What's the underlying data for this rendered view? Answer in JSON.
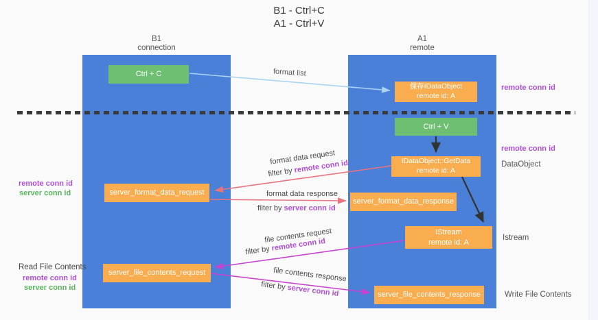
{
  "title": {
    "line1": "B1 - Ctrl+C",
    "line2": "A1 - Ctrl+V"
  },
  "columns": {
    "b1": {
      "name": "B1",
      "subtitle": "connection"
    },
    "a1": {
      "name": "A1",
      "subtitle": "remote"
    }
  },
  "nodes": {
    "ctrl_c": {
      "label": "Ctrl + C"
    },
    "saved_dataobject": {
      "line1": "保存IDataObject",
      "line2": "remote id: A"
    },
    "ctrl_v": {
      "label": "Ctrl + V"
    },
    "getdata": {
      "line1": "IDataObject::GetData",
      "line2": "remote id: A"
    },
    "server_format_data_request": {
      "label": "server_format_data_request"
    },
    "server_format_data_response": {
      "label": "server_format_data_response"
    },
    "istream": {
      "line1": "IStream",
      "line2": "remote id: A"
    },
    "server_file_contents_request": {
      "label": "server_file_contents_request"
    },
    "server_file_contents_response": {
      "label": "server_file_contents_response"
    }
  },
  "arrow_labels": {
    "format_list": "format list",
    "format_data_request": "format data request",
    "format_data_response": "format data response",
    "file_contents_request": "file contents request",
    "file_contents_response": "file contents response",
    "filter_by": "filter by",
    "remote_conn_id": "remote conn id",
    "server_conn_id": "server conn id"
  },
  "side_labels": {
    "remote_conn_id_top": "remote conn id",
    "remote_conn_id_mid": "remote conn id",
    "dataobject": "DataObject",
    "istream": "Istream",
    "read_file_contents": "Read File Contents",
    "write_file_contents": "Write File Contents",
    "remote_conn_id_left": "remote conn id",
    "server_conn_id_left": "server conn id",
    "remote_conn_id_bottom": "remote conn id",
    "server_conn_id_bottom": "server conn id"
  },
  "colors": {
    "background": "#fafafa",
    "column_blue": "#4a80d8",
    "box_green": "#6fbf73",
    "box_orange": "#f9ad4f",
    "arrow_light_blue": "#a9d3f2",
    "arrow_salmon": "#e8737f",
    "arrow_magenta": "#c941cf",
    "arrow_black": "#333333",
    "label_purple": "#b04fd6",
    "label_green": "#58b55c",
    "label_gray": "#555555"
  }
}
